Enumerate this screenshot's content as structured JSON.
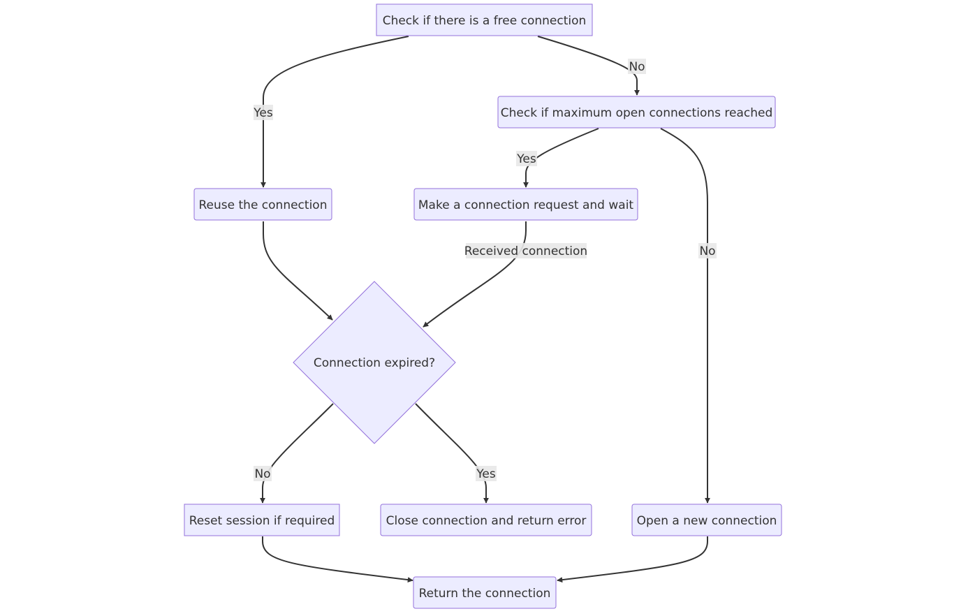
{
  "colors": {
    "node_fill": "#ececff",
    "node_stroke": "#9370db",
    "edge": "#333333",
    "label_bg": "#e8e8e8",
    "text": "#333333"
  },
  "nodes": {
    "check_free": "Check if there is a free connection",
    "check_max": "Check if maximum open connections reached",
    "reuse": "Reuse the connection",
    "make_request": "Make a connection request and wait",
    "expired": "Connection expired?",
    "reset": "Reset session if required",
    "close": "Close connection and return error",
    "open_new": "Open a new connection",
    "return": "Return the connection"
  },
  "edge_labels": {
    "free_yes": "Yes",
    "free_no": "No",
    "max_yes": "Yes",
    "max_no": "No",
    "received": "Received connection",
    "expired_no": "No",
    "expired_yes": "Yes"
  }
}
